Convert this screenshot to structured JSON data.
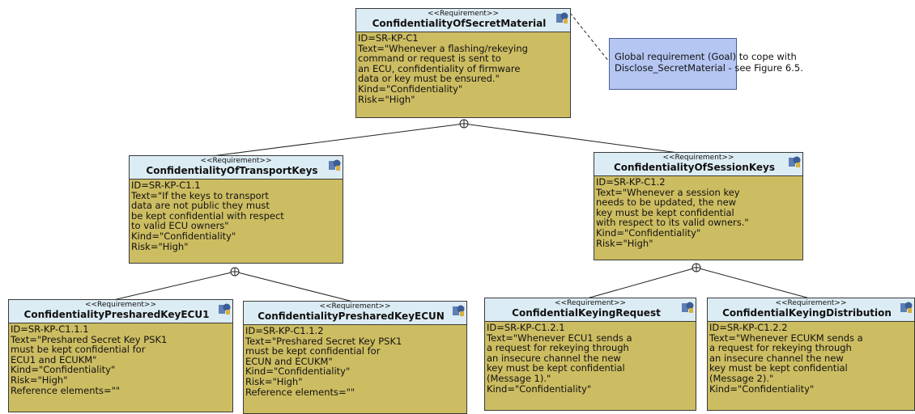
{
  "diagram": {
    "root": {
      "stereotype": "<<Requirement>>",
      "name": "ConfidentialityOfSecretMaterial",
      "lines": [
        "ID=SR-KP-C1",
        "Text=\"Whenever a flashing/rekeying",
        "command or request is sent to",
        "an ECU, confidentiality of firmware",
        "data or key must be ensured.\"",
        "Kind=\"Confidentiality\"",
        "Risk=\"High\""
      ]
    },
    "note": {
      "lines": [
        "Global requirement (Goal) to cope with",
        "Disclose_SecretMaterial - see Figure 6.5."
      ]
    },
    "transport": {
      "stereotype": "<<Requirement>>",
      "name": "ConfidentialityOfTransportKeys",
      "lines": [
        "ID=SR-KP-C1.1",
        "Text=\"If the keys to transport",
        "data are not public they must",
        "be kept confidential with respect",
        "to valid ECU owners\"",
        "Kind=\"Confidentiality\"",
        "Risk=\"High\""
      ]
    },
    "session": {
      "stereotype": "<<Requirement>>",
      "name": "ConfidentialityOfSessionKeys",
      "lines": [
        "ID=SR-KP-C1.2",
        "Text=\"Whenever a session key",
        "needs to be updated, the new",
        "key must be kept confidential",
        "with respect to its valid owners.\"",
        "Kind=\"Confidentiality\"",
        "Risk=\"High\""
      ]
    },
    "ecu1": {
      "stereotype": "<<Requirement>>",
      "name": "ConfidentialityPresharedKeyECU1",
      "lines": [
        "ID=SR-KP-C1.1.1",
        "Text=\"Preshared Secret Key PSK1",
        "must be kept confidential for",
        "ECU1 and ECUKM\"",
        "Kind=\"Confidentiality\"",
        "Risk=\"High\"",
        "Reference elements=\"\""
      ]
    },
    "ecun": {
      "stereotype": "<<Requirement>>",
      "name": "ConfidentialityPresharedKeyECUN",
      "lines": [
        "ID=SR-KP-C1.1.2",
        "Text=\"Preshared Secret Key PSK1",
        "must be kept confidential for",
        "ECUN and ECUKM\"",
        "Kind=\"Confidentiality\"",
        "Risk=\"High\"",
        "Reference elements=\"\""
      ]
    },
    "keyreq": {
      "stereotype": "<<Requirement>>",
      "name": "ConfidentialKeyingRequest",
      "lines": [
        "ID=SR-KP-C1.2.1",
        "Text=\"Whenever ECU1 sends a",
        "a request for rekeying through",
        "an insecure channel the new",
        "key must be kept confidential",
        "(Message 1).\"",
        "Kind=\"Confidentiality\""
      ]
    },
    "keydist": {
      "stereotype": "<<Requirement>>",
      "name": "ConfidentialKeyingDistribution",
      "lines": [
        "ID=SR-KP-C1.2.2",
        "Text=\"Whenever ECUKM sends a",
        "a request for rekeying through",
        "an insecure channel the new",
        "key must be kept confidential",
        "(Message 2).\"",
        "Kind=\"Confidentiality\""
      ]
    }
  },
  "colors": {
    "box_fill": "#cdbd62",
    "header_fill": "#dcecf4",
    "note_fill": "#b5c6f2"
  },
  "icons": {
    "requirement": "requirement-icon",
    "containment": "containment-circle-plus-icon"
  }
}
